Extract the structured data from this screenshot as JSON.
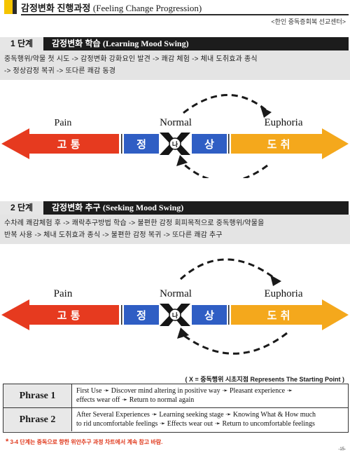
{
  "header": {
    "title_ko": "감정변화 진행과정",
    "title_en": "(Feeling Change Progression)",
    "subtitle": "<한인 중독증회복 선교센터>"
  },
  "stage1": {
    "tab": "1 단계",
    "title_ko": "감정변화 학습",
    "title_en": "(Learning Mood Swing)",
    "desc_line1": "중독행위/약물 첫 시도 -> 감정변화 강화요인 발견 -> 쾌감 체험 -> 체내 도취효과 종식",
    "desc_line2": "-> 정상감정 복귀 -> 또다른 쾌감 동경"
  },
  "stage2": {
    "tab": "2 단계",
    "title_ko": "감정변화 추구",
    "title_en": "(Seeking Mood  Swing)",
    "desc_line1": "수차례 쾌감체험 후 -> 쾌락추구방법 학습 -> 불편한 감정 회피목적으로 중독행위/약물을",
    "desc_line2": "반복 사용 -> 체내 도취효과 종식 -> 불편한 감정 복귀 -> 또다른 쾌감 추구"
  },
  "diagram": {
    "pain_label": "Pain",
    "normal_label": "Normal",
    "euphoria_label": "Euphoria",
    "pain_ko": "고 통",
    "jeong": "정",
    "sang": "상",
    "euphoria_ko": "도 취",
    "center_marker": "나"
  },
  "legend": {
    "note": "( X = 중독행위 시초지점 Represents The Starting Point )",
    "phrase1_name": "Phrase   1",
    "phrase1_line1": "First Use ➛ Discover mind altering in positive way  ➛  Pleasant experience  ➛",
    "phrase1_line2": "effects wear off ➛ Return to normal again",
    "phrase2_name": "Phrase   2",
    "phrase2_line1": "After Several Experiences ➛ Learning seeking stage ➛ Knowing What & How much",
    "phrase2_line2": "to rid uncomfortable feelings ➛ Effects wear out ➛ Return to uncomfortable feelings"
  },
  "footnote": {
    "star": "*",
    "text": "3-4 단계는 중독으로 향한 위안추구 과정 차트에서 계속 참고 바람."
  },
  "page_number": "-15-",
  "colors": {
    "pain_red": "#e63a1f",
    "euphoria_orange": "#f4a81c",
    "normal_blue": "#2f5ec4",
    "accent_yellow": "#f5c400"
  }
}
